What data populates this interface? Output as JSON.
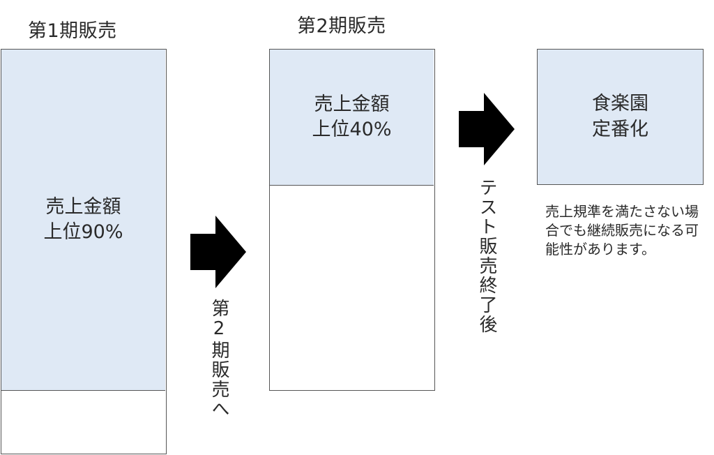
{
  "stage1": {
    "title": "第1期販売",
    "box_line1": "売上金額",
    "box_line2": "上位90%"
  },
  "stage2": {
    "title": "第2期販売",
    "box_line1": "売上金額",
    "box_line2": "上位40%"
  },
  "stage3": {
    "box_line1": "食楽園",
    "box_line2": "定番化",
    "note": "売上規準を満たさない場合でも継続販売になる可能性があります。"
  },
  "arrow1_label": "第2期販売へ",
  "arrow2_label": "テスト販売終了後",
  "colors": {
    "fill": "#dfe9f5",
    "border": "#555555",
    "arrow": "#000000"
  }
}
